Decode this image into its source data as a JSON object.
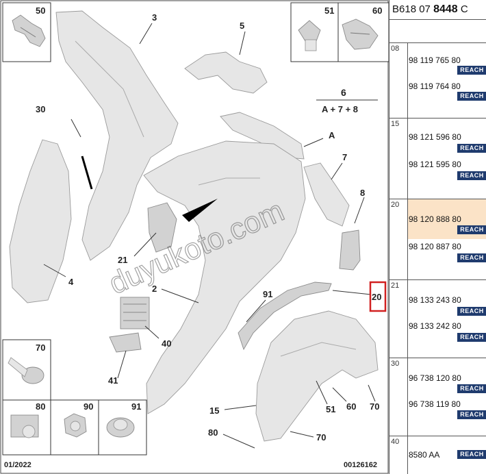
{
  "diagram": {
    "callouts": {
      "c3": "3",
      "c5": "5",
      "c6": "6",
      "c6_formula": "A + 7 + 8",
      "cA": "A",
      "c7": "7",
      "c8": "8",
      "c30": "30",
      "c4": "4",
      "c21": "21",
      "c2": "2",
      "c40": "40",
      "c41": "41",
      "c91": "91",
      "c20": "20",
      "c15": "15",
      "c51": "51",
      "c60": "60",
      "c70a": "70",
      "c80": "80",
      "c70b": "70"
    },
    "boxes": {
      "b50": "50",
      "b51": "51",
      "b60": "60",
      "b70": "70",
      "b80": "80",
      "b90": "90",
      "b91": "91"
    },
    "footer_left": "01/2022",
    "footer_right": "00126162",
    "watermark": "duyukoto.com"
  },
  "panel": {
    "header_prefix": "B618 07 ",
    "header_bold": "8448",
    "header_suffix": " C",
    "sections": [
      {
        "num": "08",
        "rows": [
          {
            "ref": "98 119 765 80",
            "badge": "REACH"
          },
          {
            "ref": "98 119 764 80",
            "badge": "REACH"
          }
        ]
      },
      {
        "num": "15",
        "rows": [
          {
            "ref": "98 121 596 80",
            "badge": "REACH"
          },
          {
            "ref": "98 121 595 80",
            "badge": "REACH"
          }
        ]
      },
      {
        "num": "20",
        "rows": [
          {
            "ref": "98 120 888 80",
            "badge": "REACH"
          },
          {
            "ref": "98 120 887 80",
            "badge": "REACH"
          }
        ]
      },
      {
        "num": "21",
        "rows": [
          {
            "ref": "98 133 243 80",
            "badge": "REACH"
          },
          {
            "ref": "98 133 242 80",
            "badge": "REACH"
          }
        ]
      },
      {
        "num": "30",
        "rows": [
          {
            "ref": "96 738 120 80",
            "badge": "REACH"
          },
          {
            "ref": "96 738 119 80",
            "badge": "REACH"
          }
        ]
      },
      {
        "num": "40",
        "rows": [
          {
            "ref": "8580 AA",
            "badge": "REACH"
          }
        ]
      }
    ]
  },
  "colors": {
    "highlight_row": "#fbe3c7",
    "highlight_box": "#d12020",
    "badge": "#1f3b6e"
  }
}
